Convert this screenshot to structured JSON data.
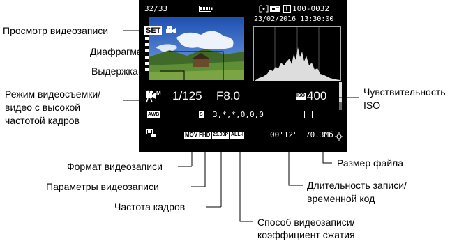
{
  "screen": {
    "counter": "32/33",
    "folder_file": "100-0032",
    "datetime": "23/02/2016 13:30:00",
    "set": "SET",
    "shutter": "1/125",
    "aperture": "F8.0",
    "iso_tag": "ISO",
    "iso": "400",
    "wb": "AWB",
    "ps_tag": "S",
    "ps_values": "3,*,*,0,0,0",
    "fmt": "MOV",
    "size": "FHD",
    "fps": "25.00P",
    "comp": "ALL-I",
    "time": "00'12\"",
    "filesize": "70.3Мб"
  },
  "labels": {
    "playback": "Просмотр видеозаписи",
    "aperture": "Диафрагма",
    "shutter": "Выдержка",
    "mode1": "Режим видеосъемки/",
    "mode2": "видео с высокой",
    "mode3": "частотой кадров",
    "iso1": "Чувствительность",
    "iso2": "ISO",
    "format": "Формат видеозаписи",
    "params": "Параметры видеозаписи",
    "framerate": "Частота кадров",
    "method1": "Способ видеозаписи/",
    "method2": "коэффициент сжатия",
    "filesize": "Размер файла",
    "duration1": "Длительность записи/",
    "duration2": "временной код"
  }
}
